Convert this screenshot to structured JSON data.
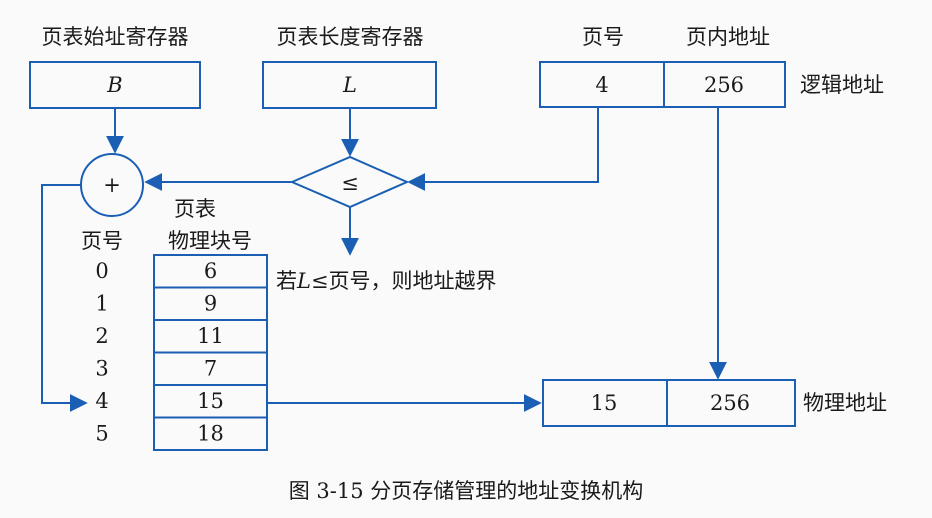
{
  "labels": {
    "page_table_base_register": "页表始址寄存器",
    "page_table_length_register": "页表长度寄存器",
    "page_number_header": "页号",
    "page_offset_header": "页内地址",
    "logical_address": "逻辑地址",
    "physical_address": "物理地址",
    "page_table_title": "页表",
    "page_col_header": "页号",
    "frame_col_header": "物理块号",
    "bounds_note_prefix": "若",
    "bounds_note_var": "L",
    "bounds_note_suffix": "≤页号，则地址越界",
    "caption": "图 3-15    分页存储管理的地址变换机构"
  },
  "registers": {
    "base_value": "B",
    "length_value": "L"
  },
  "operators": {
    "adder": "+",
    "compare": "≤"
  },
  "logical": {
    "page": "4",
    "offset": "256"
  },
  "physical": {
    "frame": "15",
    "offset": "256"
  },
  "page_table": {
    "pages": [
      "0",
      "1",
      "2",
      "3",
      "4",
      "5"
    ],
    "frames": [
      "6",
      "9",
      "11",
      "7",
      "15",
      "18"
    ]
  },
  "colors": {
    "line": "#1a5fb4",
    "text": "#1a1a1a"
  }
}
